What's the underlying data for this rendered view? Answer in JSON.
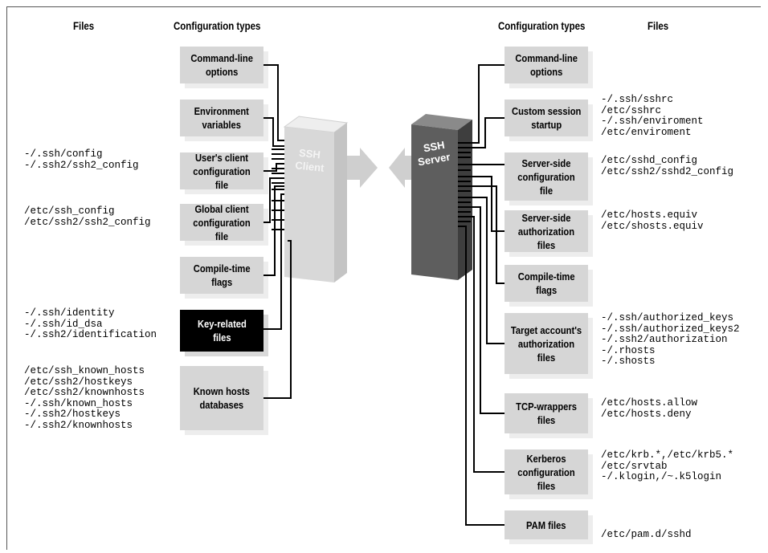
{
  "headers": {
    "left_files": "Files",
    "left_types": "Configuration types",
    "right_types": "Configuration types",
    "right_files": "Files"
  },
  "client": {
    "line1": "SSH",
    "line2": "Client",
    "body_color": "#d8d8d8",
    "arrow_color": "#cfcfcf"
  },
  "server": {
    "line1": "SSH",
    "line2": "Server",
    "body_color": "#5e5e5e",
    "arrow_color": "#cfcfcf"
  },
  "client_types": [
    {
      "label": "Command-line\noptions",
      "files": ""
    },
    {
      "label": "Environment\nvariables",
      "files": ""
    },
    {
      "label": "User's client\nconfiguration file",
      "files": "-/.ssh/config\n-/.ssh2/ssh2_config"
    },
    {
      "label": "Global client\nconfiguration file",
      "files": "/etc/ssh_config\n/etc/ssh2/ssh2_config"
    },
    {
      "label": "Compile-time\nflags",
      "files": ""
    },
    {
      "label": "Key-related\nfiles",
      "files": "-/.ssh/identity\n-/.ssh/id_dsa\n-/.ssh2/identification",
      "highlight": true
    },
    {
      "label": "Known hosts\ndatabases",
      "files": "/etc/ssh_known_hosts\n/etc/ssh2/hostkeys\n/etc/ssh2/knownhosts\n-/.ssh/known_hosts\n-/.ssh2/hostkeys\n-/.ssh2/knownhosts"
    }
  ],
  "server_types": [
    {
      "label": "Command-line\noptions",
      "files": ""
    },
    {
      "label": "Custom session\nstartup",
      "files": "-/.ssh/sshrc\n/etc/sshrc\n-/.ssh/enviroment\n/etc/enviroment"
    },
    {
      "label": "Server-side\nconfiguration file",
      "files": "/etc/sshd_config\n/etc/ssh2/sshd2_config"
    },
    {
      "label": "Server-side\nauthorization files",
      "files": "/etc/hosts.equiv\n/etc/shosts.equiv"
    },
    {
      "label": "Compile-time\nflags",
      "files": ""
    },
    {
      "label": "Target account's\nauthorization files",
      "files": "-/.ssh/authorized_keys\n-/.ssh/authorized_keys2\n-/.ssh2/authorization\n-/.rhosts\n-/.shosts"
    },
    {
      "label": "TCP-wrappers\nfiles",
      "files": "/etc/hosts.allow\n/etc/hosts.deny"
    },
    {
      "label": "Kerberos\nconfiguration files",
      "files": "/etc/krb.*,/etc/krb5.*\n/etc/srvtab\n-/.klogin,/~.k5login"
    },
    {
      "label": "PAM files",
      "files": "/etc/pam.d/sshd"
    }
  ]
}
